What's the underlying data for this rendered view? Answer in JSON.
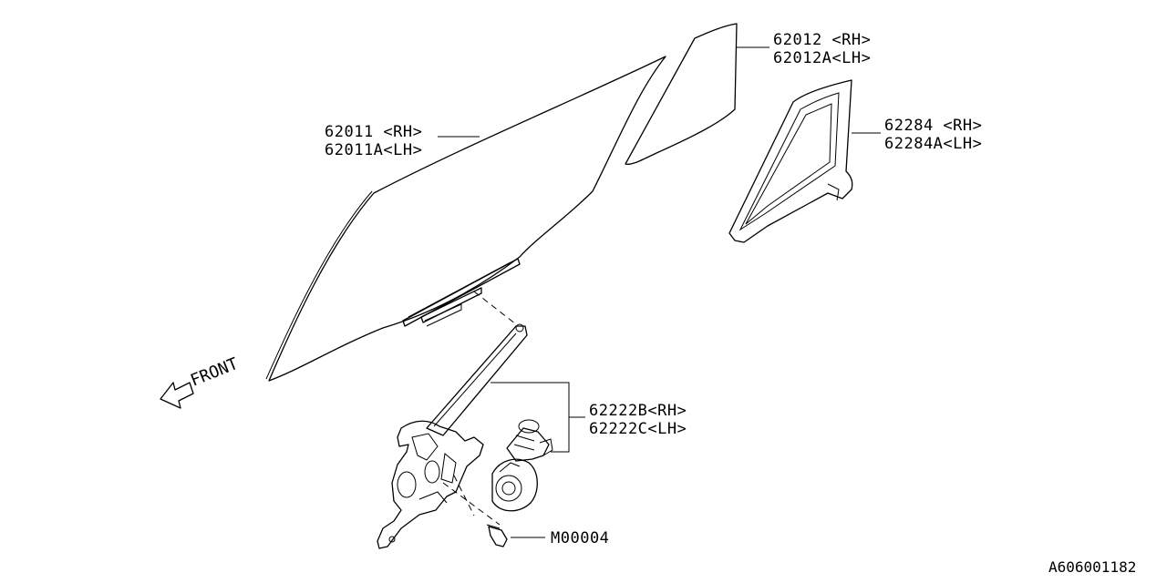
{
  "parts": [
    {
      "id": "front-door-glass",
      "lines": [
        "62011 <RH>",
        "62011A<LH>"
      ]
    },
    {
      "id": "vent-glass",
      "lines": [
        "62012 <RH>",
        "62012A<LH>"
      ]
    },
    {
      "id": "sash-frame",
      "lines": [
        "62284 <RH>",
        "62284A<LH>"
      ]
    },
    {
      "id": "window-regulator",
      "lines": [
        "62222B<RH>",
        "62222C<LH>"
      ]
    },
    {
      "id": "bolt",
      "lines": [
        "M00004"
      ]
    }
  ],
  "front_label": "FRONT",
  "diagram_id": "A606001182"
}
